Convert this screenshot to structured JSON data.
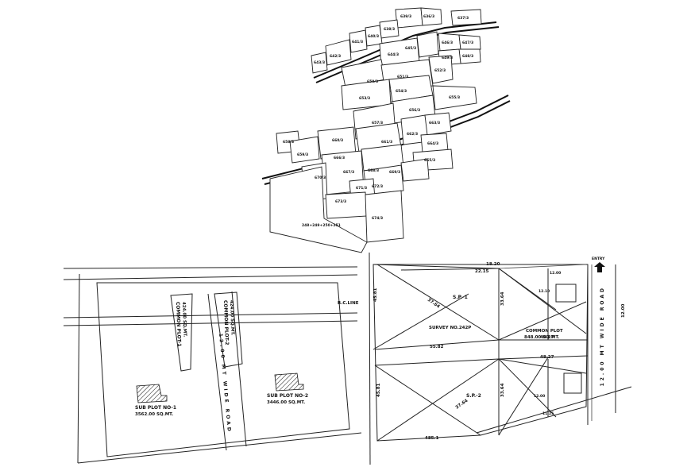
{
  "top_map": {
    "plot_labels": [
      "639/3",
      "636/3",
      "637/3",
      "638/3",
      "640/3",
      "641/3",
      "642/3",
      "643/3",
      "644/3",
      "645/3",
      "646/3",
      "647/3",
      "648/3",
      "649/3",
      "650/3",
      "651/3",
      "652/3",
      "653/3",
      "654/3",
      "655/3",
      "656/3",
      "657/3",
      "658/3",
      "659/3",
      "660/3",
      "661/3",
      "662/3",
      "663/3",
      "664/3",
      "665/3",
      "666/3",
      "667/3",
      "668/3",
      "669/3",
      "670/3",
      "671/3",
      "672/3",
      "673/3",
      "674/3"
    ],
    "bottom_label": "248+249+250+251"
  },
  "left_plan": {
    "common_plot_1": "COMMON PLOT-1",
    "common_plot_1_area": "424.00 SQ.MT.",
    "common_plot_2": "COMMON PLOT-2",
    "common_plot_2_area": "424.00 SQ.MT.",
    "road_text": "12.00 MT WIDE ROAD",
    "sub_plot_1": "SUB PLOT NO-1",
    "sub_plot_1_area": "3562.00 SQ.MT.",
    "sub_plot_2": "SUB PLOT NO-2",
    "sub_plot_2_area": "3446.00 SQ.MT.",
    "rc_line": "R.C.LINE"
  },
  "right_plan": {
    "top_dim": "18.20",
    "top_dim_2": "22.15",
    "sp1": "S.P.-1",
    "sp2": "S.P.-2",
    "survey_no": "SURVEY NO.242P",
    "common_plot": "COMMON PLOT",
    "common_plot_area": "848.00 SQ.MT.",
    "dim_5582": "55.82",
    "dim_4827_a": "48.27",
    "dim_4827_b": "48.27",
    "dim_4851": "485.1",
    "dim_left_1": "45.81",
    "dim_left_2": "45.81",
    "dim_diag_1": "37.64",
    "dim_diag_2": "37.64",
    "dim_side_1": "33.64",
    "dim_side_2": "33.64",
    "dim_small_1": "12.10",
    "dim_small_2": "12.00",
    "dim_small_3": "12.00",
    "dim_small_4": "11.25",
    "entry": "ENTRY",
    "road_text": "12.00 MT WIDE ROAD",
    "road_dim": "12.00"
  }
}
